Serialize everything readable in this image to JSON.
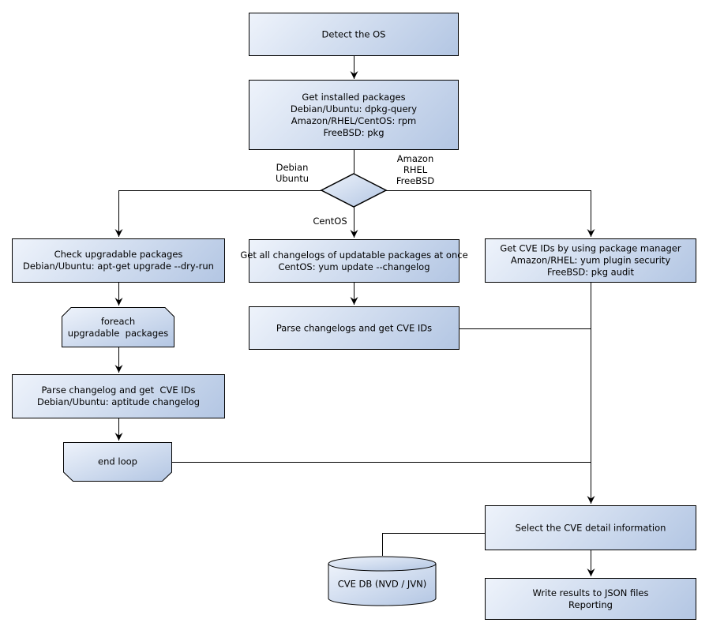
{
  "diagram": {
    "nodes": {
      "detect_os": {
        "type": "process",
        "text": "Detect the OS"
      },
      "get_installed_packages": {
        "type": "process",
        "text": "Get installed packages\nDebian/Ubuntu: dpkg-query\nAmazon/RHEL/CentOS: rpm\nFreeBSD: pkg"
      },
      "os_decision": {
        "type": "decision",
        "text": ""
      },
      "check_upgradable": {
        "type": "process",
        "text": "Check upgradable packages\nDebian/Ubuntu: apt-get upgrade --dry-run"
      },
      "foreach_loop_start": {
        "type": "loop-start",
        "text": "foreach\nupgradable  packages"
      },
      "parse_changelog_deb": {
        "type": "process",
        "text": "Parse changelog and get  CVE IDs\nDebian/Ubuntu: aptitude changelog"
      },
      "end_loop": {
        "type": "loop-end",
        "text": "end loop"
      },
      "get_all_changelogs": {
        "type": "process",
        "text": "Get all changelogs of updatable packages at once\nCentOS: yum update --changelog"
      },
      "parse_changelogs": {
        "type": "process",
        "text": "Parse changelogs and get CVE IDs"
      },
      "get_cve_ids_pkg_mgr": {
        "type": "process",
        "text": "Get CVE IDs by using package manager\nAmazon/RHEL: yum plugin security\nFreeBSD: pkg audit"
      },
      "select_cve_detail": {
        "type": "process",
        "text": "Select the CVE detail information"
      },
      "cve_db": {
        "type": "database",
        "text": "CVE DB (NVD / JVN)"
      },
      "write_results": {
        "type": "process",
        "text": "Write results to JSON files\nReporting"
      }
    },
    "edge_labels": {
      "left_branch": "Debian\nUbuntu",
      "right_branch": "Amazon\nRHEL\nFreeBSD",
      "down_branch": "CentOS"
    },
    "colors": {
      "node_fill_light": "#eef3fb",
      "node_fill_dark": "#b3c6e3",
      "node_border": "#000000",
      "connector": "#000000",
      "background": "#ffffff"
    }
  }
}
